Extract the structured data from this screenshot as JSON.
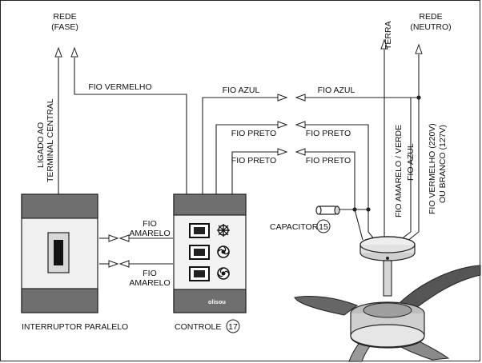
{
  "labels": {
    "rede_fase_1": "REDE",
    "rede_fase_2": "(FASE)",
    "terra": "TERRA",
    "rede_neutro_1": "REDE",
    "rede_neutro_2": "(NEUTRO)",
    "fio_vermelho": "FIO VERMELHO",
    "fio_azul_left": "FIO AZUL",
    "fio_azul_right": "FIO AZUL",
    "fio_preto_1_left": "FIO PRETO",
    "fio_preto_1_right": "FIO PRETO",
    "fio_preto_2_left": "FIO PRETO",
    "fio_preto_2_right": "FIO PRETO",
    "ligado_1": "LIGADO AO",
    "ligado_2": "TERMINAL CENTRAL",
    "fio_amarelo_verde": "FIO AMARELO / VERDE",
    "fio_azul_vertical": "FIO AZUL",
    "fio_vermelho_220": "FIO VERMELHO (220V)",
    "ou_branco_127": "OU BRANCO (127V)",
    "fio_amarelo_top_1": "FIO",
    "fio_amarelo_top_2": "AMARELO",
    "fio_amarelo_bot_1": "FIO",
    "fio_amarelo_bot_2": "AMARELO",
    "capacitor": "CAPACITOR",
    "capacitor_num": "15",
    "interruptor": "INTERRUPTOR PARALELO",
    "controle": "CONTROLE",
    "controle_num": "17",
    "brand": "olisou"
  }
}
